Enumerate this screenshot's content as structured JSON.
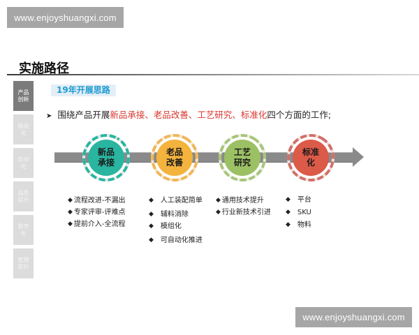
{
  "watermarks": {
    "top": "www.enjoyshuangxi.com",
    "bottom": "www.enjoyshuangxi.com"
  },
  "page": {
    "title": "实施路径"
  },
  "sidebar": {
    "items": [
      {
        "label": "产品创新",
        "active": true
      },
      {
        "label": "精益化",
        "active": false
      },
      {
        "label": "自动化",
        "active": false
      },
      {
        "label": "品质提升",
        "active": false
      },
      {
        "label": "数字化",
        "active": false
      },
      {
        "label": "管理提升",
        "active": false
      }
    ]
  },
  "section": {
    "subtitle": "19年开展思路",
    "intro": {
      "arrow_icon": "➤",
      "prefix": "围绕产品开展",
      "highlight": "新品承接、老品改善、工艺研究、标准化",
      "suffix": "四个方面的工作;"
    }
  },
  "colors": {
    "track": "#8a8a8a",
    "highlight_text": "#d9362d",
    "subtitle_text": "#1d9bd0",
    "subtitle_bg": "#e3eef6"
  },
  "nodes": [
    {
      "label": "新品承接",
      "color": "#2ab5a1",
      "ring": "#2ab5a1"
    },
    {
      "label": "老品改善",
      "color": "#f3b33d",
      "ring": "#f0b65a"
    },
    {
      "label": "工艺研究",
      "color": "#9cc164",
      "ring": "#a8c47a"
    },
    {
      "label": "标准化",
      "color": "#dc5a48",
      "ring": "#d0706a"
    }
  ],
  "bullet_lists": [
    {
      "items": [
        "流程改进-不漏出",
        "专家评审-评难点",
        "提前介入-全流程"
      ]
    },
    {
      "items": [
        "人工装配简单",
        "辅料消除",
        "模组化",
        "可自动化推进"
      ]
    },
    {
      "items": [
        "通用技术提升",
        "行业新技术引进"
      ]
    },
    {
      "items": [
        "平台",
        "SKU",
        "物料"
      ]
    }
  ],
  "bullet_icon": "◆"
}
